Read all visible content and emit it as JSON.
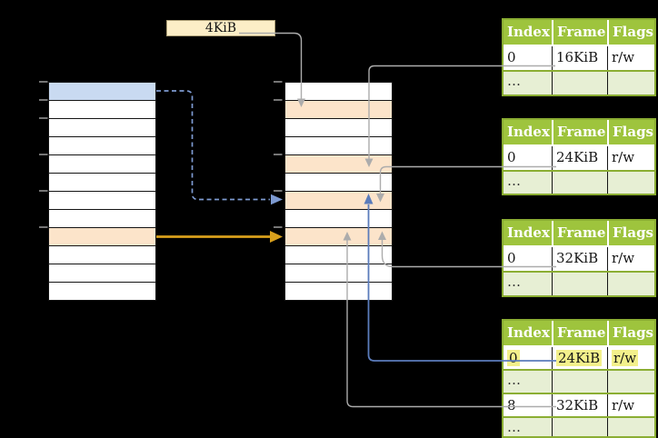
{
  "colors": {
    "background": "#000000",
    "table_header_green": "#9EC43D",
    "table_border_green": "#8BAE33",
    "table_row_light_green": "#E7EFD4",
    "highlight_orange": "#FCE4CA",
    "highlight_blue": "#C9DAF1",
    "highlight_yellow": "#F3F08B",
    "label_box_fill": "#FCEEC7",
    "label_box_border": "#AFA178",
    "arrow_gray": "#ACACAC",
    "arrow_gold": "#D9A01C",
    "arrow_blue": "#5B7CBB",
    "arrow_blue_dashed": "#7D9AD1",
    "tick_gray": "#8A8A8A"
  },
  "frame_size_label": "4KiB",
  "virtual_memory_column": {
    "rows": 12,
    "blue_row_index": 0,
    "orange_row_index": 8
  },
  "physical_memory_column": {
    "rows": 12,
    "orange_row_indexes": [
      1,
      4,
      6,
      8
    ]
  },
  "page_tables": [
    {
      "id": "page-table-1",
      "headers": [
        "Index",
        "Frame",
        "Flags"
      ],
      "rows": [
        {
          "cells": [
            "0",
            "16KiB",
            "r/w"
          ],
          "style": "data"
        },
        {
          "cells": [
            "…",
            "",
            ""
          ],
          "style": "ellipsis"
        }
      ]
    },
    {
      "id": "page-table-2",
      "headers": [
        "Index",
        "Frame",
        "Flags"
      ],
      "rows": [
        {
          "cells": [
            "0",
            "24KiB",
            "r/w"
          ],
          "style": "data"
        },
        {
          "cells": [
            "…",
            "",
            ""
          ],
          "style": "ellipsis"
        }
      ]
    },
    {
      "id": "page-table-3",
      "headers": [
        "Index",
        "Frame",
        "Flags"
      ],
      "rows": [
        {
          "cells": [
            "0",
            "32KiB",
            "r/w"
          ],
          "style": "data"
        },
        {
          "cells": [
            "…",
            "",
            ""
          ],
          "style": "ellipsis"
        }
      ]
    },
    {
      "id": "page-table-4",
      "headers": [
        "Index",
        "Frame",
        "Flags"
      ],
      "rows": [
        {
          "cells": [
            "0",
            "24KiB",
            "r/w"
          ],
          "style": "data",
          "highlight": true
        },
        {
          "cells": [
            "…",
            "",
            ""
          ],
          "style": "ellipsis"
        },
        {
          "cells": [
            "8",
            "32KiB",
            "r/w"
          ],
          "style": "data"
        },
        {
          "cells": [
            "…",
            "",
            ""
          ],
          "style": "ellipsis"
        }
      ]
    }
  ]
}
